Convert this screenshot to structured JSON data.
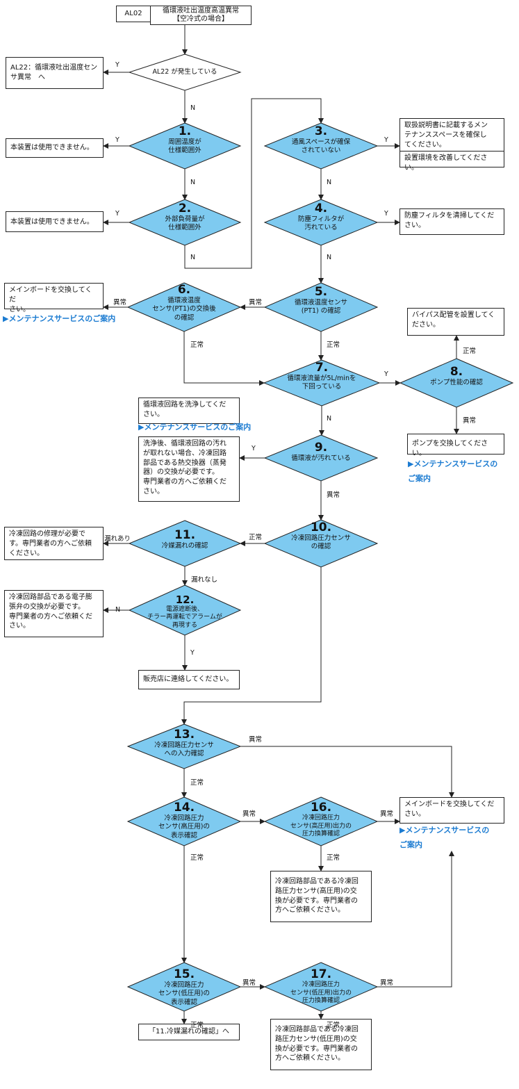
{
  "colors": {
    "diamond_fill": "#7ecaf0",
    "line": "#222222",
    "link": "#1b7bd1"
  },
  "header": {
    "code": "AL02",
    "title": "循環液吐出温度高温異常\n【空冷式の場合】"
  },
  "nodes": {
    "al22": {
      "text": "AL22 が発生している"
    },
    "d1": {
      "num": "1.",
      "text": "周囲温度が\n仕様範囲外"
    },
    "d2": {
      "num": "2.",
      "text": "外部負荷量が\n仕様範囲外"
    },
    "d3": {
      "num": "3.",
      "text": "通風スペースが確保\nされていない"
    },
    "d4": {
      "num": "4.",
      "text": "防塵フィルタが\n汚れている"
    },
    "d5": {
      "num": "5.",
      "text": "循環液温度センサ\n(PT1) の確認"
    },
    "d6": {
      "num": "6.",
      "text": "循環液温度\nセンサ(PT1)の交換後\nの確認"
    },
    "d7": {
      "num": "7.",
      "text": "循環液流量が5L/minを\n下回っている"
    },
    "d8": {
      "num": "8.",
      "text": "ポンプ性能の確認"
    },
    "d9": {
      "num": "9.",
      "text": "循環液が汚れている"
    },
    "d10": {
      "num": "10.",
      "text": "冷凍回路圧力センサ\nの確認"
    },
    "d11": {
      "num": "11.",
      "text": "冷媒漏れの確認"
    },
    "d12": {
      "num": "12.",
      "text": "電源遮断後、\nチラー再運転でアラームが\n再現する"
    },
    "d13": {
      "num": "13.",
      "text": "冷凍回路圧力センサ\nへの入力確認"
    },
    "d14": {
      "num": "14.",
      "text": "冷凍回路圧力\nセンサ(高圧用)の\n表示確認"
    },
    "d15": {
      "num": "15.",
      "text": "冷凍回路圧力\nセンサ(低圧用)の\n表示確認"
    },
    "d16": {
      "num": "16.",
      "text": "冷凍回路圧力\nセンサ(高圧用)出力の\n圧力換算確認"
    },
    "d17": {
      "num": "17.",
      "text": "冷凍回路圧力\nセンサ(低圧用)出力の\n圧力換算確認"
    }
  },
  "boxes": {
    "al22_sensor": "AL22：循環液吐出温度セン\nサ異常　へ",
    "unusable1": "本装置は使用できません。",
    "unusable2": "本装置は使用できません。",
    "space1": "取扱説明書に記載するメン\nテナンススペースを確保し\nてください。",
    "space2": "設置環境を改善してください。",
    "filter": "防塵フィルタを清掃してくだ\nさい。",
    "mainboard1": "メインボードを交換してくだ\nさい。",
    "bypass": "バイパス配管を設置してく\nださい。",
    "pump": "ポンプを交換してください。",
    "clean": "循環液回路を洗浄してくだ\nさい。",
    "exchanger": "洗浄後、循環液回路の汚れ\nが取れない場合、冷凍回路\n部品である熱交換器（蒸発\n器）の交換が必要です。\n専門業者の方へご依頼くだ\nさい。",
    "repair": "冷凍回路の修理が必要で\nす。専門業者の方へご依頼\nください。",
    "valve": "冷凍回路部品である電子膨\n張弁の交換が必要です。\n専門業者の方へご依頼くだ\nさい。",
    "dealer": "販売店に連絡してください。",
    "mainboard2": "メインボードを交換してくだ\nさい。",
    "hp_sensor": "冷凍回路部品である冷凍回\n路圧力センサ(高圧用)の交\n換が必要です。専門業者の\n方へご依頼ください。",
    "goto11": "「11.冷媒漏れの確認」へ",
    "lp_sensor": "冷凍回路部品である冷凍回\n路圧力センサ(低圧用)の交\n換が必要です。専門業者の\n方へご依頼ください。"
  },
  "links": {
    "l1": "▶メンテナンスサービスのご案内",
    "l2": "▶メンテナンスサービスのご案内",
    "l3": "▶メンテナンスサービスの\nご案内",
    "l4": "▶メンテナンスサービスの\nご案内"
  },
  "labels": {
    "y1": "Y",
    "n1": "N",
    "y2": "Y",
    "n2": "N",
    "y3": "Y",
    "n3": "N",
    "n4": "N",
    "y5": "Y",
    "y6": "Y",
    "n7": "N",
    "abn6": "異常",
    "ok6": "正常",
    "abn5": "異常",
    "ok5": "正常",
    "y7": "Y",
    "ok8": "正常",
    "abn8": "異常",
    "n9": "N",
    "y9": "Y",
    "abn10": "異常",
    "ok10": "正常",
    "leak_yes": "漏れあり",
    "leak_no": "漏れなし",
    "n12": "N",
    "y12": "Y",
    "abn13": "異常",
    "ok13": "正常",
    "abn14": "異常",
    "ok14": "正常",
    "abn16": "異常",
    "ok16": "正常",
    "abn15": "異常",
    "ok15": "正常",
    "abn17": "異常",
    "ok17": "正常"
  }
}
